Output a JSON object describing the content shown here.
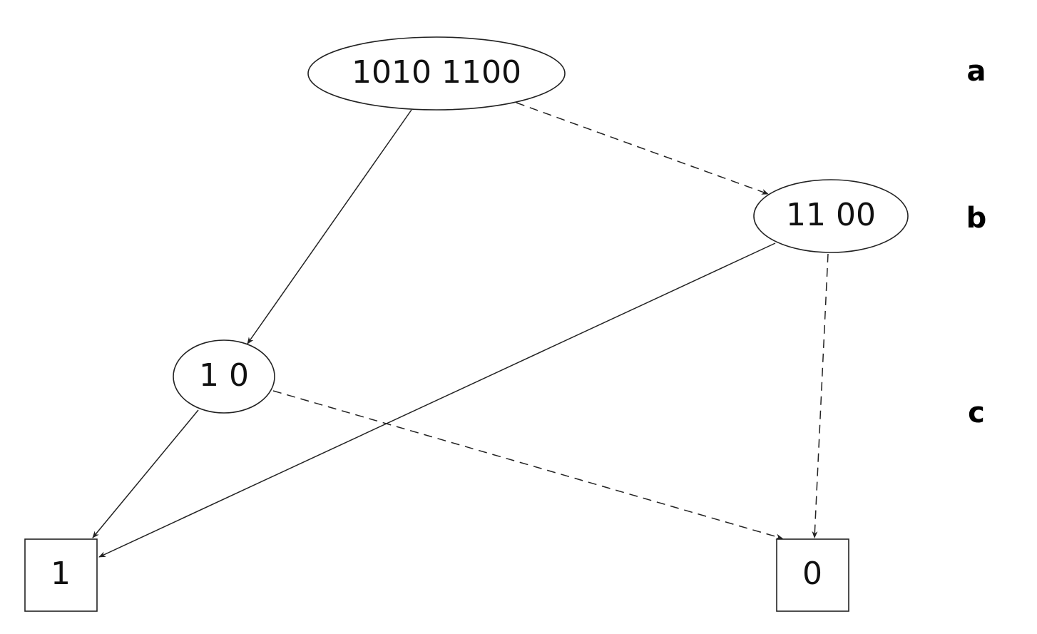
{
  "diagram": {
    "nodes": {
      "root": "1010 1100",
      "b_node": "11 00",
      "c_node": "1 0",
      "terminal_one": "1",
      "terminal_zero": "0"
    },
    "variable_labels": {
      "a": "a",
      "b": "b",
      "c": "c"
    },
    "edges": [
      {
        "from": "root",
        "to": "c_node",
        "style": "solid"
      },
      {
        "from": "root",
        "to": "b_node",
        "style": "dashed"
      },
      {
        "from": "b_node",
        "to": "terminal_one",
        "style": "solid"
      },
      {
        "from": "b_node",
        "to": "terminal_zero",
        "style": "dashed"
      },
      {
        "from": "c_node",
        "to": "terminal_one",
        "style": "solid"
      },
      {
        "from": "c_node",
        "to": "terminal_zero",
        "style": "dashed"
      }
    ]
  }
}
